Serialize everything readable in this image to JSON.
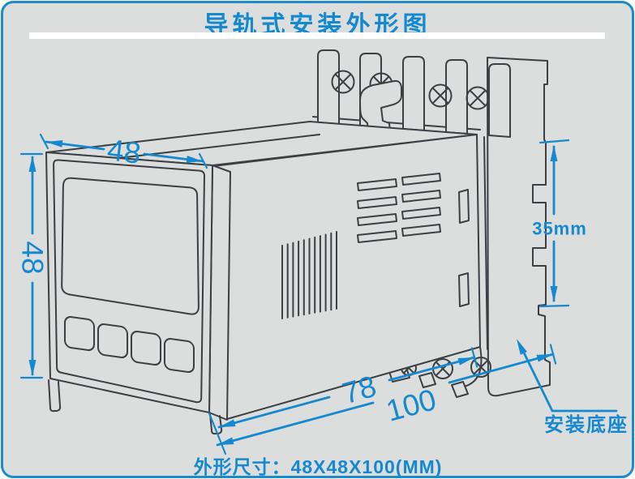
{
  "title": "导轨式安装外形图",
  "labels": {
    "width_top": "48",
    "height_left": "48",
    "depth_body": "78",
    "depth_total": "100",
    "rail_height": "35mm",
    "mount_base": "安装底座",
    "overall_size": "外形尺寸：48X48X100(MM)"
  },
  "colors": {
    "accent_blue": "#1489cf",
    "line_dark": "#3c3f43",
    "background_gray": "#dcdedd"
  }
}
